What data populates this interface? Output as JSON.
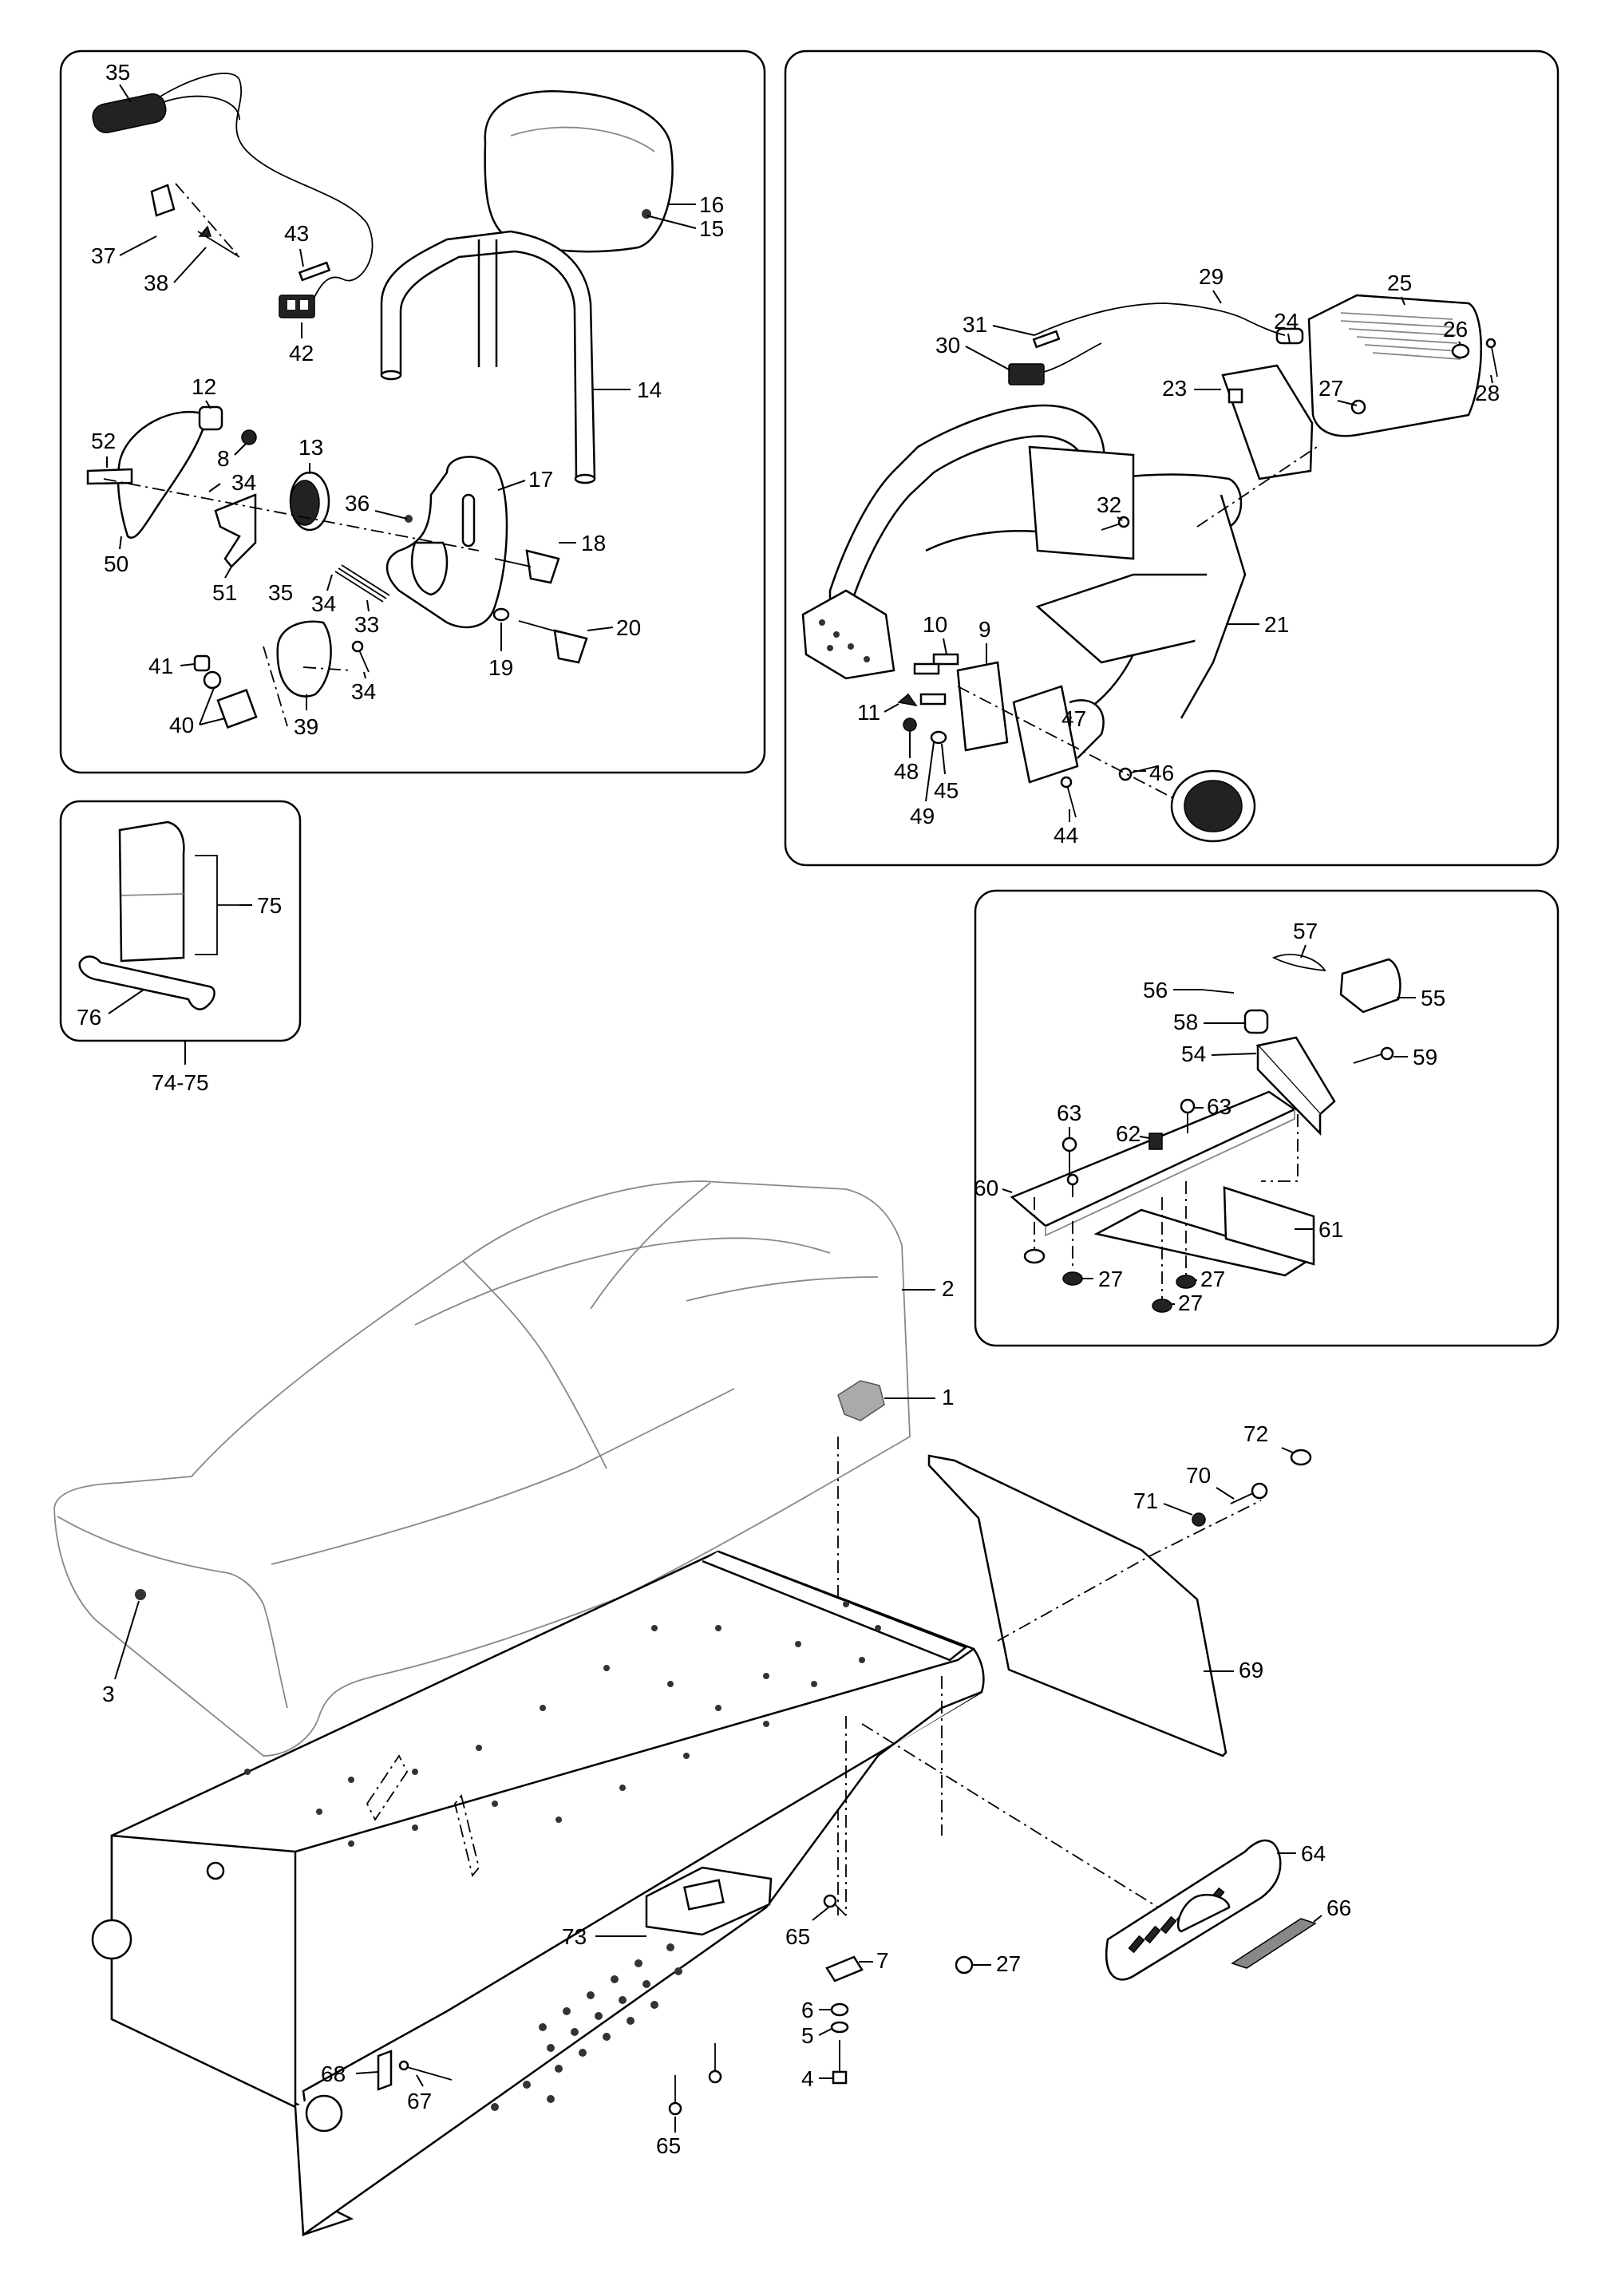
{
  "labels": {
    "p1": "1",
    "p2": "2",
    "p3": "3",
    "p4": "4",
    "p5": "5",
    "p6": "6",
    "p7": "7",
    "p8": "8",
    "p9": "9",
    "p10": "10",
    "p11": "11",
    "p12": "12",
    "p13": "13",
    "p14": "14",
    "p15": "15",
    "p16": "16",
    "p17": "17",
    "p18": "18",
    "p19": "19",
    "p20": "20",
    "p21": "21",
    "p23": "23",
    "p24": "24",
    "p25": "25",
    "p26": "26",
    "p27": "27",
    "p28": "28",
    "p29": "29",
    "p30": "30",
    "p31": "31",
    "p32": "32",
    "p33": "33",
    "p34": "34",
    "p35": "35",
    "p36": "36",
    "p37": "37",
    "p38": "38",
    "p39": "39",
    "p40": "40",
    "p41": "41",
    "p42": "42",
    "p43": "43",
    "p44": "44",
    "p45": "45",
    "p46": "46",
    "p47": "47",
    "p48": "48",
    "p49": "49",
    "p50": "50",
    "p51": "51",
    "p52": "52",
    "p54": "54",
    "p55": "55",
    "p56": "56",
    "p57": "57",
    "p58": "58",
    "p59": "59",
    "p60": "60",
    "p61": "61",
    "p62": "62",
    "p63": "63",
    "p64": "64",
    "p65": "65",
    "p66": "66",
    "p67": "67",
    "p68": "68",
    "p69": "69",
    "p70": "70",
    "p71": "71",
    "p72": "72",
    "p73": "73",
    "p75": "75",
    "p76": "76",
    "kit_74_75": "74-75"
  }
}
